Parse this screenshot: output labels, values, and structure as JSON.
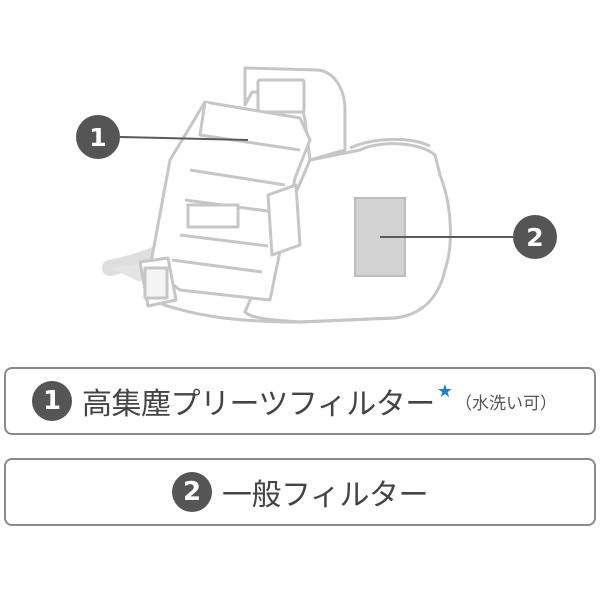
{
  "callouts": [
    {
      "number": "1"
    },
    {
      "number": "2"
    }
  ],
  "labels": [
    {
      "number": "1",
      "text": "高集塵プリーツフィルター",
      "star": "★",
      "note": "（水洗い可）"
    },
    {
      "number": "2",
      "text": "一般フィルター"
    }
  ],
  "colors": {
    "outline": "#c8c8c8",
    "badge": "#555555",
    "filter_pad": "#d2d2d2",
    "airflow": "#dcdcdc",
    "star": "#1e7fd1"
  }
}
